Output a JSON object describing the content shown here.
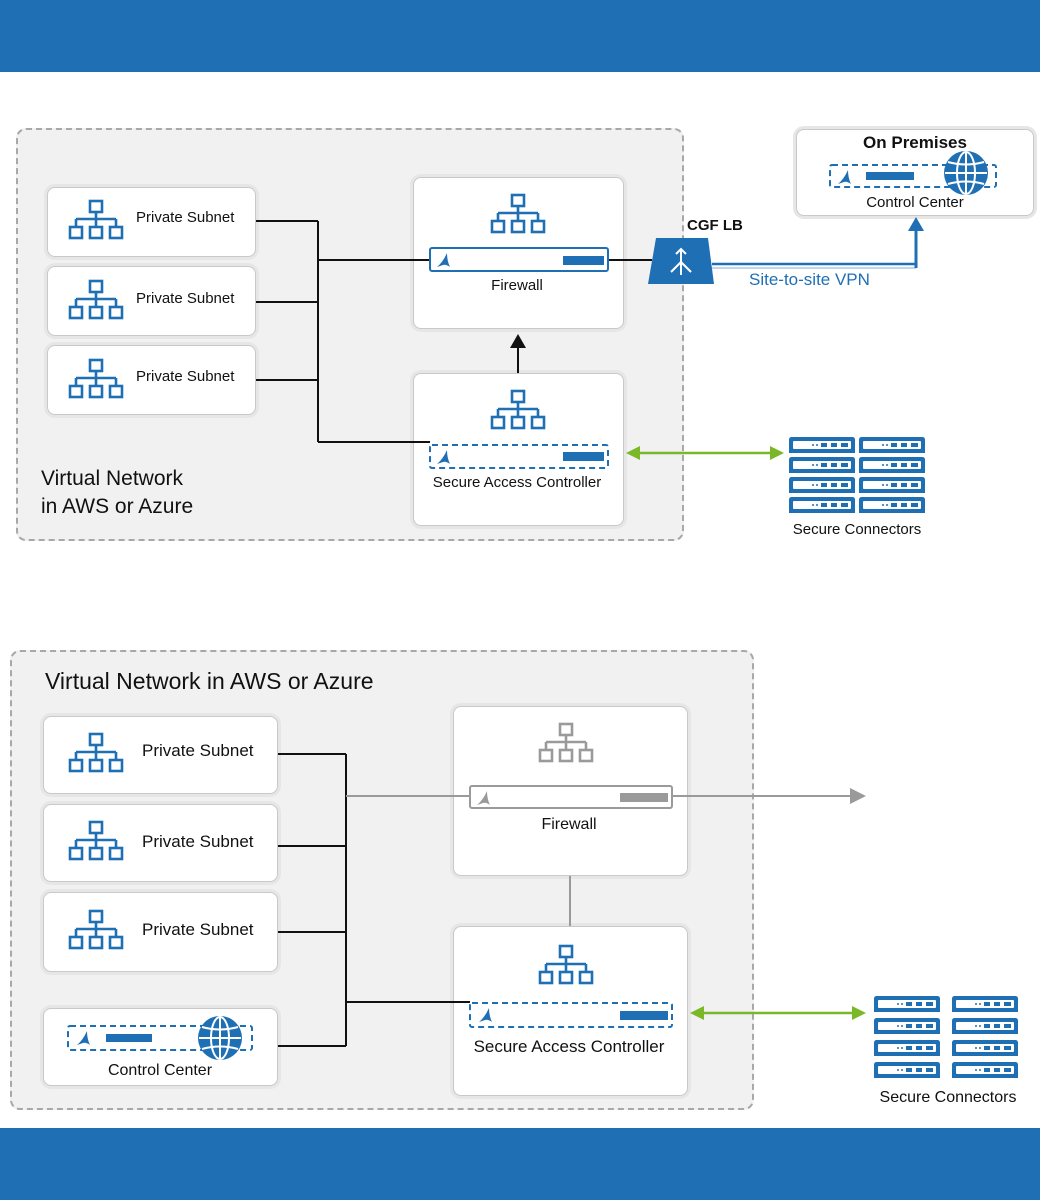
{
  "colors": {
    "brand_blue": "#1f6fb5",
    "link_green": "#7ab829",
    "inactive_gray": "#9a9a9a"
  },
  "diagram_top": {
    "vnet_label_line1": "Virtual Network",
    "vnet_label_line2": "in AWS or Azure",
    "subnets": [
      "Private Subnet",
      "Private Subnet",
      "Private Subnet"
    ],
    "firewall_label": "Firewall",
    "sac_label": "Secure Access Controller",
    "lb_label": "CGF LB",
    "vpn_label": "Site-to-site VPN",
    "on_prem_title": "On Premises",
    "control_center_label": "Control Center",
    "connectors_label": "Secure Connectors"
  },
  "diagram_bottom": {
    "vnet_label": "Virtual Network in AWS or Azure",
    "subnets": [
      "Private Subnet",
      "Private Subnet",
      "Private Subnet"
    ],
    "control_center_label": "Control Center",
    "firewall_label": "Firewall",
    "sac_label": "Secure Access Controller",
    "connectors_label": "Secure Connectors"
  }
}
